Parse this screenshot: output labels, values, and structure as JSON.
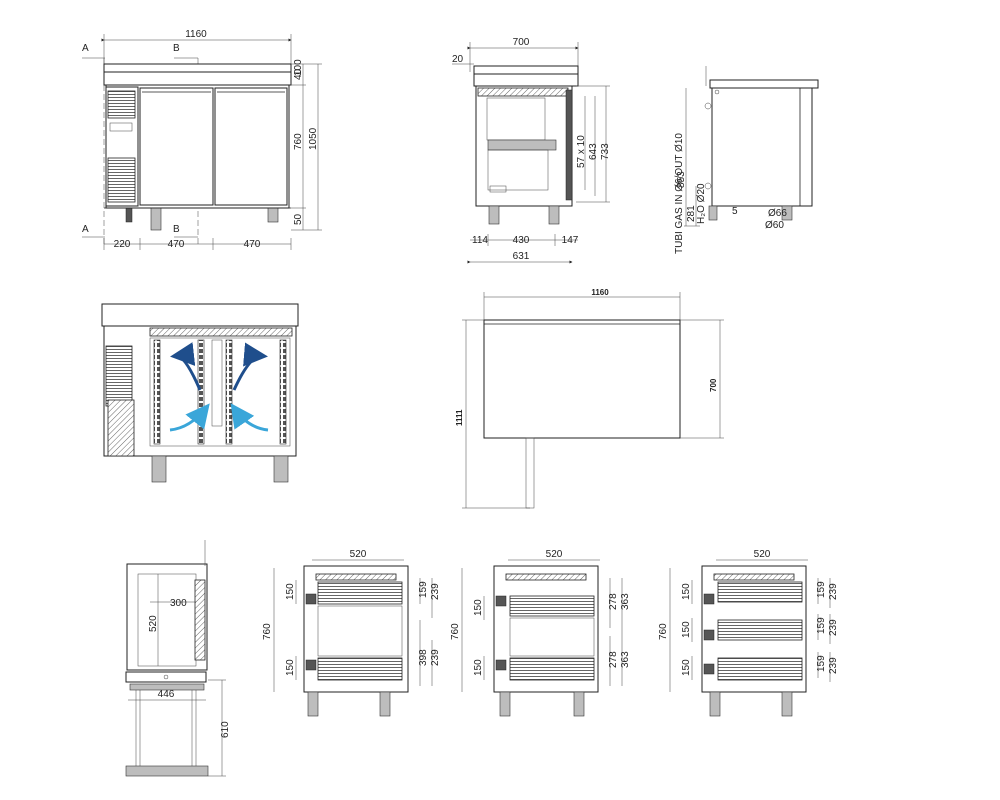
{
  "views": {
    "front": {
      "section_a": "A",
      "section_b": "B",
      "width_total": "1160",
      "height_top": "40",
      "height_top2": "100",
      "height_door": "760",
      "height_total": "1050",
      "height_feet": "50",
      "width_compressor": "220",
      "width_door1": "470",
      "width_door2": "470"
    },
    "side": {
      "depth_total": "700",
      "overhang": "20",
      "slots": "57 x 10",
      "inner_height": "643",
      "body_height": "733",
      "offset_front": "114",
      "inner_depth": "430",
      "offset_back": "147",
      "depth_body": "631"
    },
    "rear": {
      "connections_label": "TUBI GAS IN Ø6/OUT Ø10",
      "height_853": "853",
      "height_281": "281",
      "water_label": "H₂O Ø20",
      "height_5": "5",
      "dia_66": "Ø66",
      "dia_60": "Ø60"
    },
    "plan": {
      "width": "1160",
      "depth": "700",
      "open_depth": "1111"
    },
    "compartment": {
      "width_300": "300",
      "height_520": "520",
      "width_446": "446",
      "height_610": "610"
    },
    "config1": {
      "width": "520",
      "height": "760",
      "upper_150": "150",
      "lower_150": "150",
      "d159": "159",
      "d239": "239",
      "d398": "398",
      "d239b": "239"
    },
    "config2": {
      "width": "520",
      "height": "760",
      "upper_150": "150",
      "lower_150": "150",
      "d278a": "278",
      "d363a": "363",
      "d278b": "278",
      "d363b": "363"
    },
    "config3": {
      "width": "520",
      "height": "760",
      "d150a": "150",
      "d150b": "150",
      "d150c": "150",
      "d159a": "159",
      "d239a": "239",
      "d159b": "159",
      "d239b": "239",
      "d159c": "159",
      "d239c": "239"
    }
  },
  "colors": {
    "line": "#222222",
    "metal": "#bdbdbd",
    "airflow_cold": "#3aa6d9",
    "airflow_warm": "#1f4e8c"
  }
}
